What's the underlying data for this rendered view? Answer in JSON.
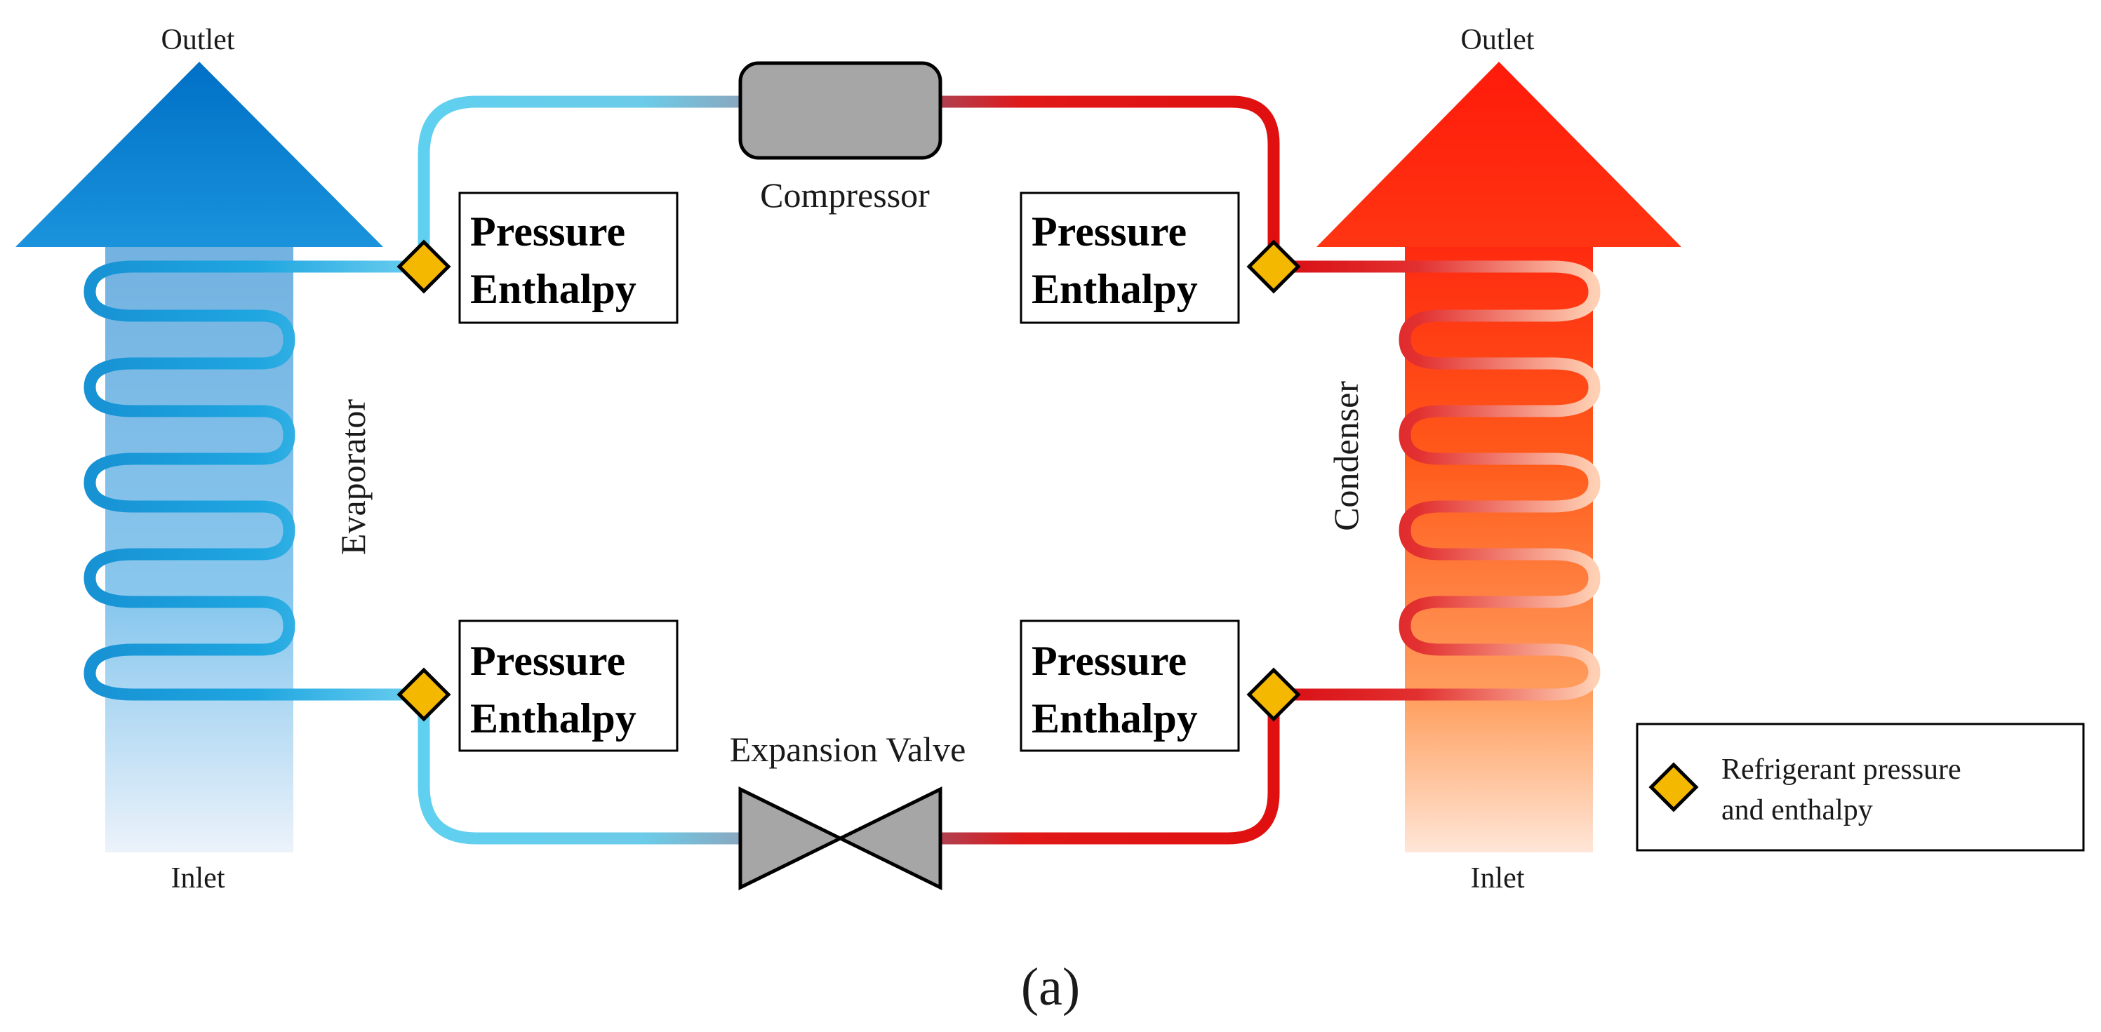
{
  "evaporator": {
    "outlet_label": "Outlet",
    "inlet_label": "Inlet",
    "name": "Evaporator"
  },
  "condenser": {
    "outlet_label": "Outlet",
    "inlet_label": "Inlet",
    "name": "Condenser"
  },
  "compressor": {
    "name": "Compressor"
  },
  "expansion_valve": {
    "name": "Expansion Valve"
  },
  "measure_points": [
    {
      "line1": "Pressure",
      "line2": "Enthalpy"
    },
    {
      "line1": "Pressure",
      "line2": "Enthalpy"
    },
    {
      "line1": "Pressure",
      "line2": "Enthalpy"
    },
    {
      "line1": "Pressure",
      "line2": "Enthalpy"
    }
  ],
  "legend": {
    "line1": "Refrigerant pressure",
    "line2": "and enthalpy",
    "icon": "diamond-marker-icon"
  },
  "caption": "(a)",
  "colors": {
    "cold_pipe": "#5fd0f0",
    "cold_coil": "#1a9fd8",
    "hot_pipe": "#e01010",
    "marker_fill": "#f5b800",
    "device_fill": "#a6a6a6"
  }
}
